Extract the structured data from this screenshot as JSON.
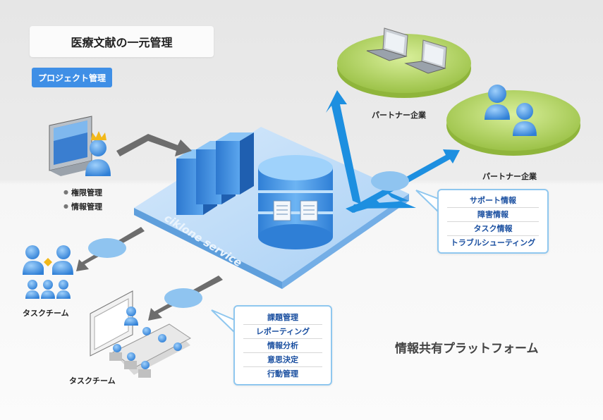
{
  "header": {
    "title": "医療文献の一元管理",
    "badge": "プロジェクト管理"
  },
  "admin": {
    "items": [
      "権限管理",
      "情報管理"
    ]
  },
  "partners": [
    "パートナー企業",
    "パートナー企業"
  ],
  "teams": [
    "タスクチーム",
    "タスクチーム"
  ],
  "platform": {
    "service_name": "ciklone service",
    "caption": "情報共有プラットフォーム"
  },
  "partner_panel": {
    "items": [
      "サポート情報",
      "障害情報",
      "タスク情報",
      "トラブルシューティング"
    ]
  },
  "team_panel": {
    "items": [
      "課題管理",
      "レポーティング",
      "情報分析",
      "意思決定",
      "行動管理"
    ]
  },
  "colors": {
    "accent_blue": "#3f8fe6",
    "arrow_blue": "#1d8fe0",
    "platform_blue": "#b8d9f7",
    "green_disc": "#b5d56a",
    "arrow_gray": "#6d6d6d"
  }
}
